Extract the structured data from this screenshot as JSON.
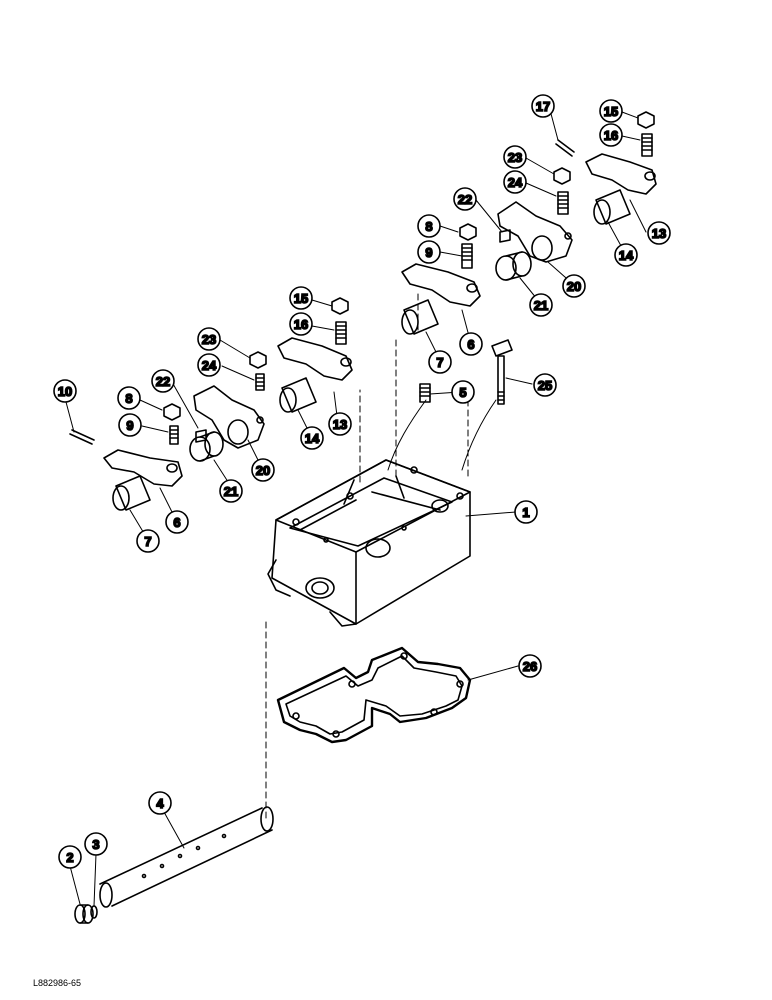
{
  "diagram": {
    "reference_code": "L882986-65",
    "callouts": [
      {
        "label": "17",
        "ref": "c17"
      },
      {
        "label": "15",
        "ref": "c15a"
      },
      {
        "label": "16",
        "ref": "c16a"
      },
      {
        "label": "23",
        "ref": "c23a"
      },
      {
        "label": "24",
        "ref": "c24a"
      },
      {
        "label": "22",
        "ref": "c22a"
      },
      {
        "label": "8",
        "ref": "c8a"
      },
      {
        "label": "9",
        "ref": "c9a"
      },
      {
        "label": "13",
        "ref": "c13a"
      },
      {
        "label": "14",
        "ref": "c14a"
      },
      {
        "label": "20",
        "ref": "c20a"
      },
      {
        "label": "21",
        "ref": "c21a"
      },
      {
        "label": "6",
        "ref": "c6a"
      },
      {
        "label": "7",
        "ref": "c7a"
      },
      {
        "label": "15",
        "ref": "c15b"
      },
      {
        "label": "16",
        "ref": "c16b"
      },
      {
        "label": "23",
        "ref": "c23b"
      },
      {
        "label": "24",
        "ref": "c24b"
      },
      {
        "label": "22",
        "ref": "c22b"
      },
      {
        "label": "8",
        "ref": "c8b"
      },
      {
        "label": "9",
        "ref": "c9b"
      },
      {
        "label": "10",
        "ref": "c10"
      },
      {
        "label": "14",
        "ref": "c14b"
      },
      {
        "label": "13",
        "ref": "c13b"
      },
      {
        "label": "21",
        "ref": "c21b"
      },
      {
        "label": "20",
        "ref": "c20b"
      },
      {
        "label": "7",
        "ref": "c7b"
      },
      {
        "label": "6",
        "ref": "c6b"
      },
      {
        "label": "5",
        "ref": "c5"
      },
      {
        "label": "25",
        "ref": "c25"
      },
      {
        "label": "1",
        "ref": "c1"
      },
      {
        "label": "26",
        "ref": "c26"
      },
      {
        "label": "4",
        "ref": "c4"
      },
      {
        "label": "2",
        "ref": "c2"
      },
      {
        "label": "3",
        "ref": "c3"
      }
    ]
  }
}
